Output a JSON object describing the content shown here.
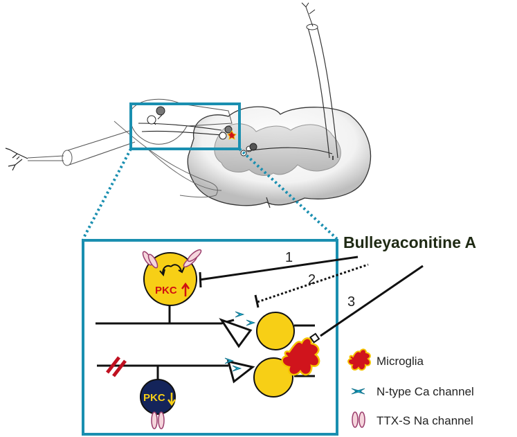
{
  "title": "Bulleyaconitine A",
  "pathways": [
    "1",
    "2",
    "3"
  ],
  "pkc_label": "PKC",
  "legend": {
    "microglia": "Microglia",
    "ca_channel": "N-type Ca channel",
    "na_channel": "TTX-S Na channel"
  },
  "colors": {
    "frame": "#1a8fb0",
    "neuron": "#f7cf16",
    "pkc_low": "#14245a",
    "pkc_high_text": "#d01010",
    "pkc_low_text": "#f7cf16",
    "microglia": "#d0141c",
    "ca_channel": "#1aa7c8",
    "na_channel": "#b06080",
    "block": "#c01020"
  }
}
